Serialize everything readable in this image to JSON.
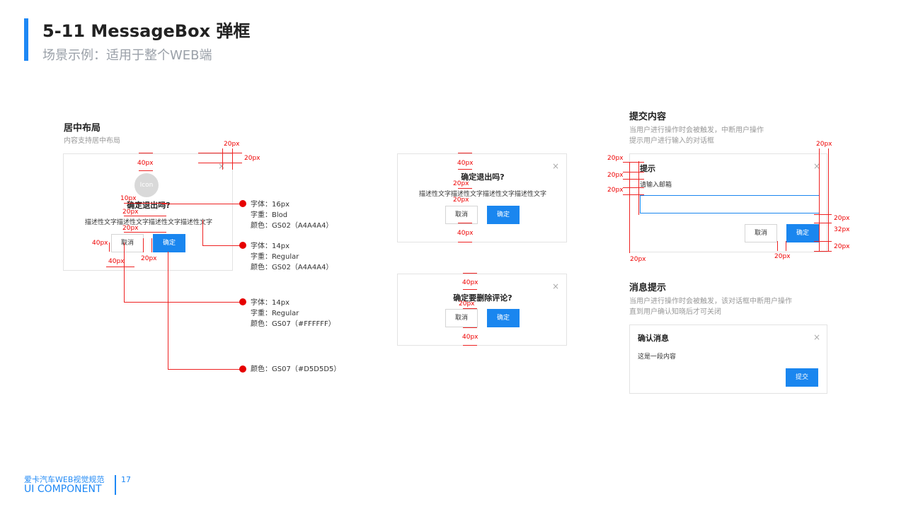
{
  "header": {
    "title": "5-11  MessageBox 弹框",
    "subtitle": "场景示例：适用于整个WEB端"
  },
  "centered": {
    "title": "居中布局",
    "desc": "内容支持居中布局",
    "icon_label": "Icon",
    "dialog_title": "确定退出吗?",
    "dialog_text": "描述性文字描述性文字描述性文字描述性文字",
    "cancel": "取消",
    "confirm": "确定"
  },
  "specs": [
    {
      "lines": [
        "字体：16px",
        "字重：Blod",
        "颜色：GS02（A4A4A4）"
      ]
    },
    {
      "lines": [
        "字体：14px",
        "字重：Regular",
        "颜色：GS02（A4A4A4）"
      ]
    },
    {
      "lines": [
        "字体：14px",
        "字重：Regular",
        "颜色：GS07（#FFFFFF）"
      ]
    },
    {
      "lines": [
        "颜色：GS07（#D5D5D5）"
      ]
    }
  ],
  "example1": {
    "title": "确定退出吗?",
    "text": "描述性文字描述性文字描述性文字描述性文字",
    "cancel": "取消",
    "confirm": "确定"
  },
  "example2": {
    "title": "确定要删除评论?",
    "cancel": "取消",
    "confirm": "确定"
  },
  "submit_section": {
    "title": "提交内容",
    "desc_line1": "当用户进行操作时会被触发，中断用户操作",
    "desc_line2": "提示用户进行输入的对话框",
    "dialog_title": "提示",
    "dialog_label": "请输入邮箱",
    "cancel": "取消",
    "confirm": "确定"
  },
  "message_section": {
    "title": "消息提示",
    "desc_line1": "当用户进行操作时会被触发，该对话框中断用户操作",
    "desc_line2": "直到用户确认知晓后才可关闭",
    "dialog_title": "确认消息",
    "dialog_text": "这是一段内容",
    "submit": "提交"
  },
  "measure": {
    "px10": "10px",
    "px20": "20px",
    "px32": "32px",
    "px40": "40px"
  },
  "icons": {
    "close": "×"
  },
  "colors": {
    "accent": "#1e88f5",
    "button": "#1a86ef",
    "marker": "#e60000"
  },
  "footer": {
    "brand": "爱卡汽车WEB视觉规范",
    "sub": "UI COMPONENT",
    "page": "17"
  }
}
